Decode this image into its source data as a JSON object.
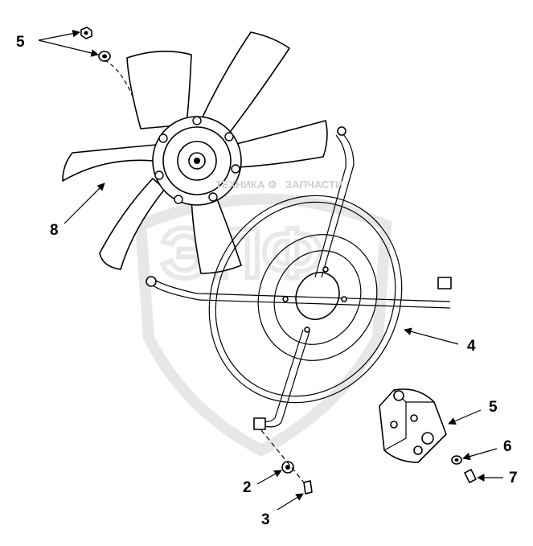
{
  "callouts": {
    "c5_top": "5",
    "c8": "8",
    "c4": "4",
    "c5_right": "5",
    "c6": "6",
    "c7": "7",
    "c2": "2",
    "c3": "3"
  },
  "watermark": {
    "brand_left": "ТЕХНИКА",
    "brand_right": "ЗАПЧАСТИ",
    "logo": "ЭПФ"
  }
}
